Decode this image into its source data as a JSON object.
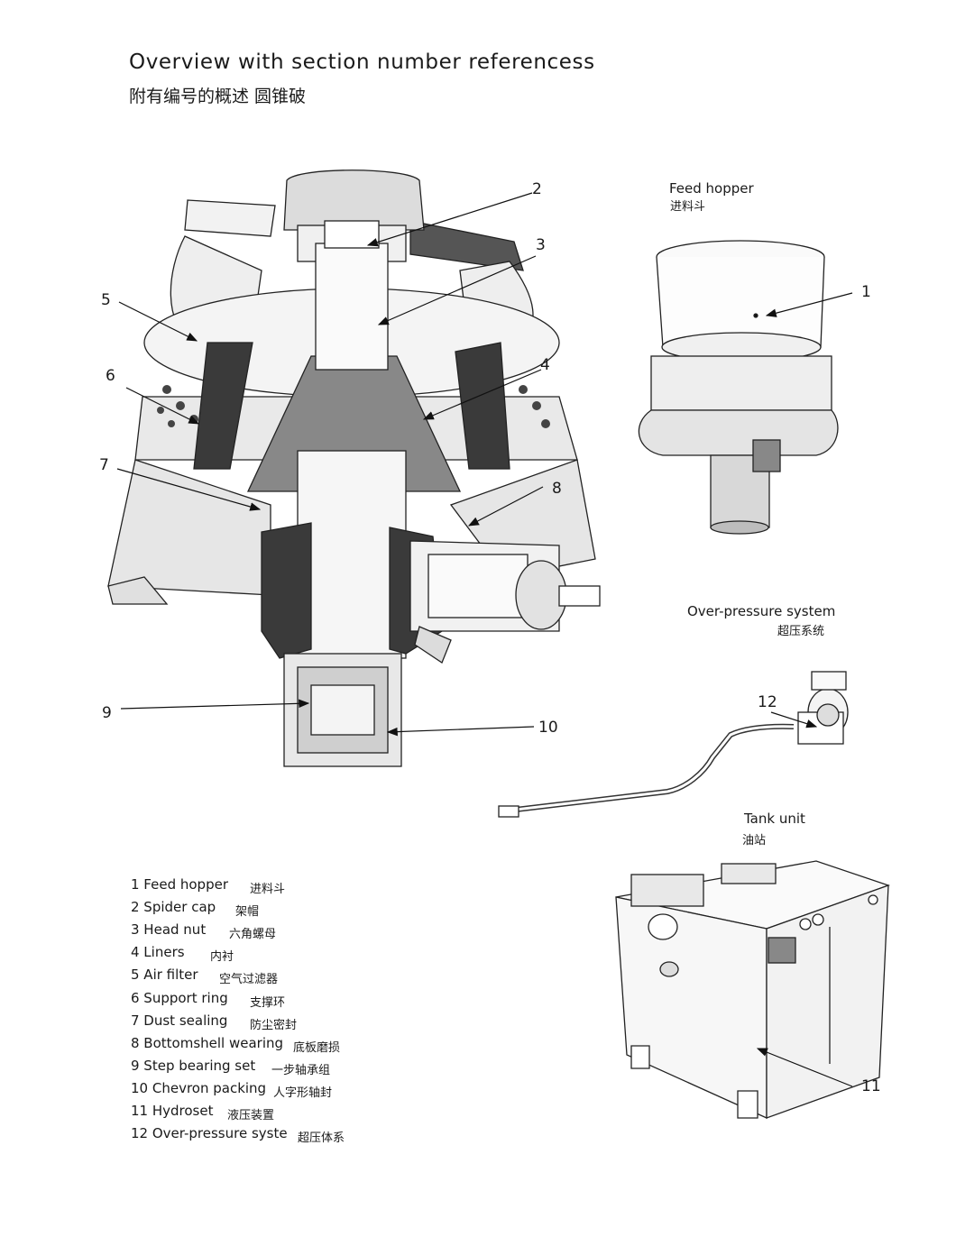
{
  "title": {
    "en": "Overview with section number referencess",
    "cn": "附有编号的概述  圆锥破"
  },
  "labels": {
    "feed_hopper": {
      "en": "Feed hopper",
      "cn": "进料斗"
    },
    "over_pressure": {
      "en": "Over-pressure system",
      "cn": "超压系统"
    },
    "tank_unit": {
      "en": "Tank unit",
      "cn": "油站"
    }
  },
  "callouts": [
    "1",
    "2",
    "3",
    "4",
    "5",
    "6",
    "7",
    "8",
    "9",
    "10",
    "11",
    "12"
  ],
  "legend": [
    {
      "en": "1   Feed hopper",
      "cn": "进料斗"
    },
    {
      "en": "2   Spider cap",
      "cn": "架帽"
    },
    {
      "en": "3   Head nut",
      "cn": "六角螺母"
    },
    {
      "en": "4   Liners",
      "cn": "内衬"
    },
    {
      "en": "5   Air filter",
      "cn": "空气过滤器"
    },
    {
      "en": "6   Support ring",
      "cn": "支撑环"
    },
    {
      "en": "7   Dust sealing",
      "cn": "防尘密封"
    },
    {
      "en": "8   Bottomshell wearing",
      "cn": "底板磨损"
    },
    {
      "en": "9   Step bearing set",
      "cn": "一步轴承组"
    },
    {
      "en": "10 Chevron packing",
      "cn": "人字形轴封"
    },
    {
      "en": "11 Hydroset",
      "cn": "液压装置"
    },
    {
      "en": "12 Over-pressure syste",
      "cn": "超压体系"
    }
  ]
}
